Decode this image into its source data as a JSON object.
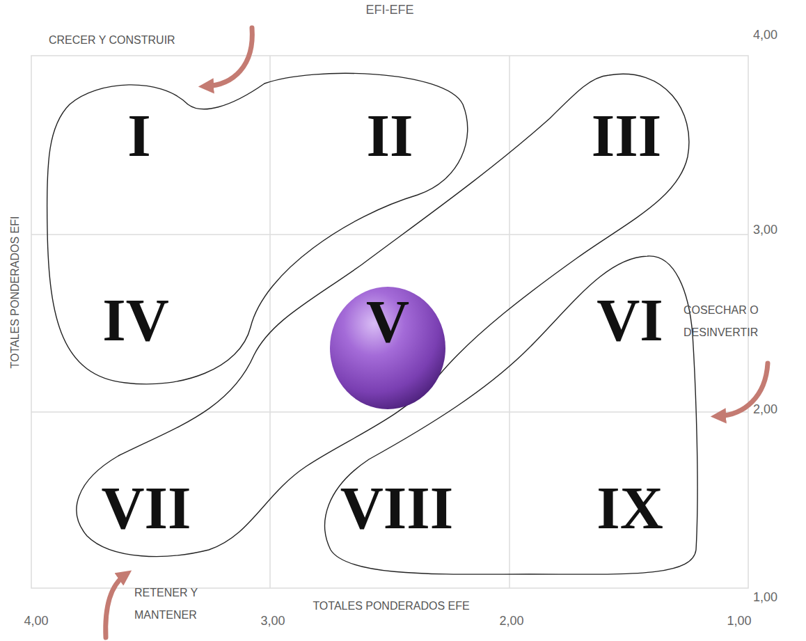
{
  "diagram": {
    "title": "EFI-EFE",
    "nodes": [
      {
        "text": [
          "I",
          "II",
          "IV"
        ]
      },
      {
        "text": [
          "III",
          "VII"
        ]
      },
      {
        "text": [
          "V"
        ],
        "in": 1
      },
      {
        "text": [
          "VI",
          "VIII",
          "IX"
        ]
      }
    ],
    "labels": [
      "CRECER Y CONSTRUIR",
      "4,00",
      "3,00",
      "2,00",
      "1,00",
      "TOTALES PONDERADOS EFI",
      "COSECHAR O DESINVERTIR",
      "RETENER Y MANTENER",
      "TOTALES PONDERADOS EFE",
      "4,00",
      "3,00",
      "2,00",
      "1,00"
    ]
  }
}
